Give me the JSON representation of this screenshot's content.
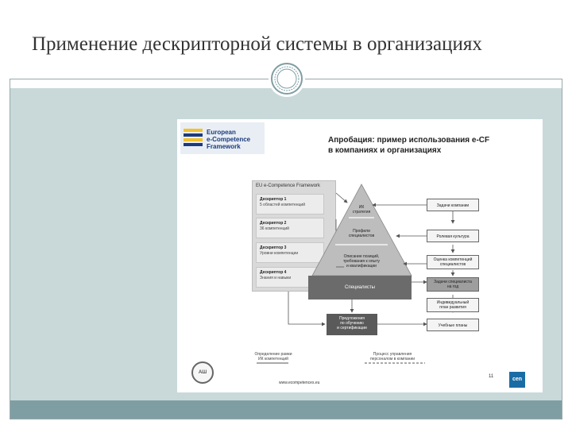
{
  "slide": {
    "title": "Применение дескрипторной системы в организациях",
    "colors": {
      "slide_bg": "#c9d9da",
      "bottom_bar": "#7f9ea3",
      "border": "#9aa8ab",
      "ornament": "#7f9ea3"
    },
    "ornament_icon": "circle-ornament-icon"
  },
  "figure": {
    "logo": {
      "line1": "European",
      "line2": "e-Competence",
      "line3": "Framework",
      "icon": "eu-stars-flag-icon"
    },
    "heading": {
      "line1": "Апробация: пример использования e-CF",
      "line2": "в компаниях и организациях"
    },
    "framework": {
      "title": "EU e-Competence Framework",
      "descriptors": [
        {
          "name": "Дескриптор 1",
          "text": "5 областей компетенций"
        },
        {
          "name": "Дескриптор 2",
          "text": "36 компетенций"
        },
        {
          "name": "Дескриптор 3",
          "text": "Уровни компетенции"
        },
        {
          "name": "Дескриптор 4",
          "text": "Знания и навыки"
        }
      ]
    },
    "pyramid": {
      "top": {
        "line1": "ИК",
        "line2": "стратегия"
      },
      "middle": {
        "line1": "Профили",
        "line2": "специалистов"
      },
      "lower": {
        "line1": "Описание позиций,",
        "line2": "требования к опыту",
        "line3": "и квалификации"
      },
      "base": "Специалисты"
    },
    "side_boxes": [
      {
        "line1": "Задачи компании",
        "line2": ""
      },
      {
        "line1": "Ролевая культура",
        "line2": ""
      },
      {
        "line1": "Оценка компетенций",
        "line2": "специалистов"
      },
      {
        "line1": "Задачи специалиста",
        "line2": "на год"
      },
      {
        "line1": "Индивидуальный",
        "line2": "план развития"
      },
      {
        "line1": "Учебные планы",
        "line2": ""
      }
    ],
    "certification": {
      "line1": "Предложения",
      "line2": "по обучению",
      "line3": "и сертификации"
    },
    "legend": {
      "left": {
        "line1": "Определение рамки",
        "line2": "ИК компетенций"
      },
      "right": {
        "line1": "Процесс управления",
        "line2": "персоналом в компании"
      }
    },
    "seal": "АШ",
    "url": "www.ecompetences.eu",
    "page_number": "11",
    "cen_logo": "cen"
  }
}
